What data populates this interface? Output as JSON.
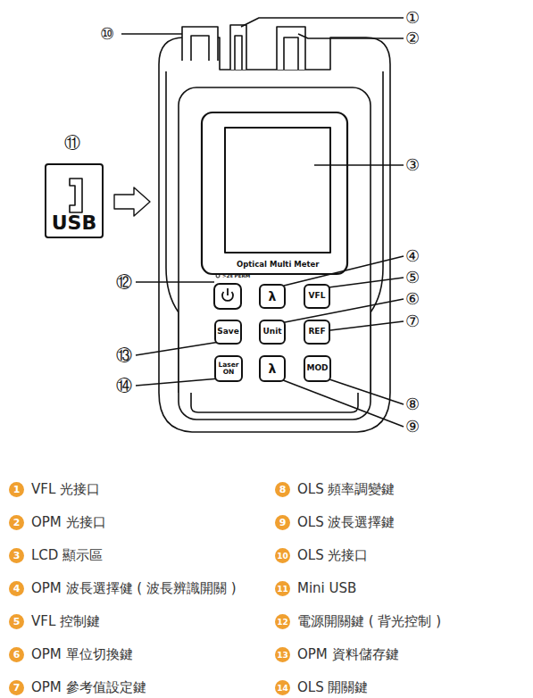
{
  "diagram": {
    "nodes": [
      {
        "text": [
          "USB"
        ]
      },
      {
        "text": [
          "λ"
        ]
      },
      {
        "text": [
          "VFL"
        ]
      },
      {
        "text": [
          "Save"
        ]
      },
      {
        "text": [
          "Unit"
        ]
      },
      {
        "text": [
          "REF"
        ]
      },
      {
        "text": [
          "Laser ON"
        ]
      },
      {
        "text": [
          "λ"
        ]
      },
      {
        "text": [
          "MOD"
        ]
      }
    ],
    "labels": [
      "①",
      "②",
      "③",
      "④",
      "⑤",
      "⑥",
      "⑦",
      "⑧",
      "⑨",
      "⑩",
      "⑪",
      "⑫",
      "⑬",
      "⑭",
      "Optical Multi Meter",
      ">2s PERM",
      "1",
      "VFL 光接口",
      "2",
      "OPM 光接口",
      "3",
      "LCD 顯示區",
      "4",
      "OPM 波長選擇健 ( 波長辨識開關 )",
      "5",
      "VFL 控制鍵",
      "6",
      "OPM 單位切換鍵",
      "7",
      "OPM 參考值設定鍵",
      "8",
      "OLS 頻率調變鍵",
      "9",
      "OLS 波長選擇鍵",
      "10",
      "OLS 光接口",
      "11",
      "Mini USB",
      "12",
      "電源開關鍵 ( 背光控制 )",
      "13",
      "OPM 資料儲存鍵",
      "14",
      "OLS 開關鍵"
    ]
  }
}
